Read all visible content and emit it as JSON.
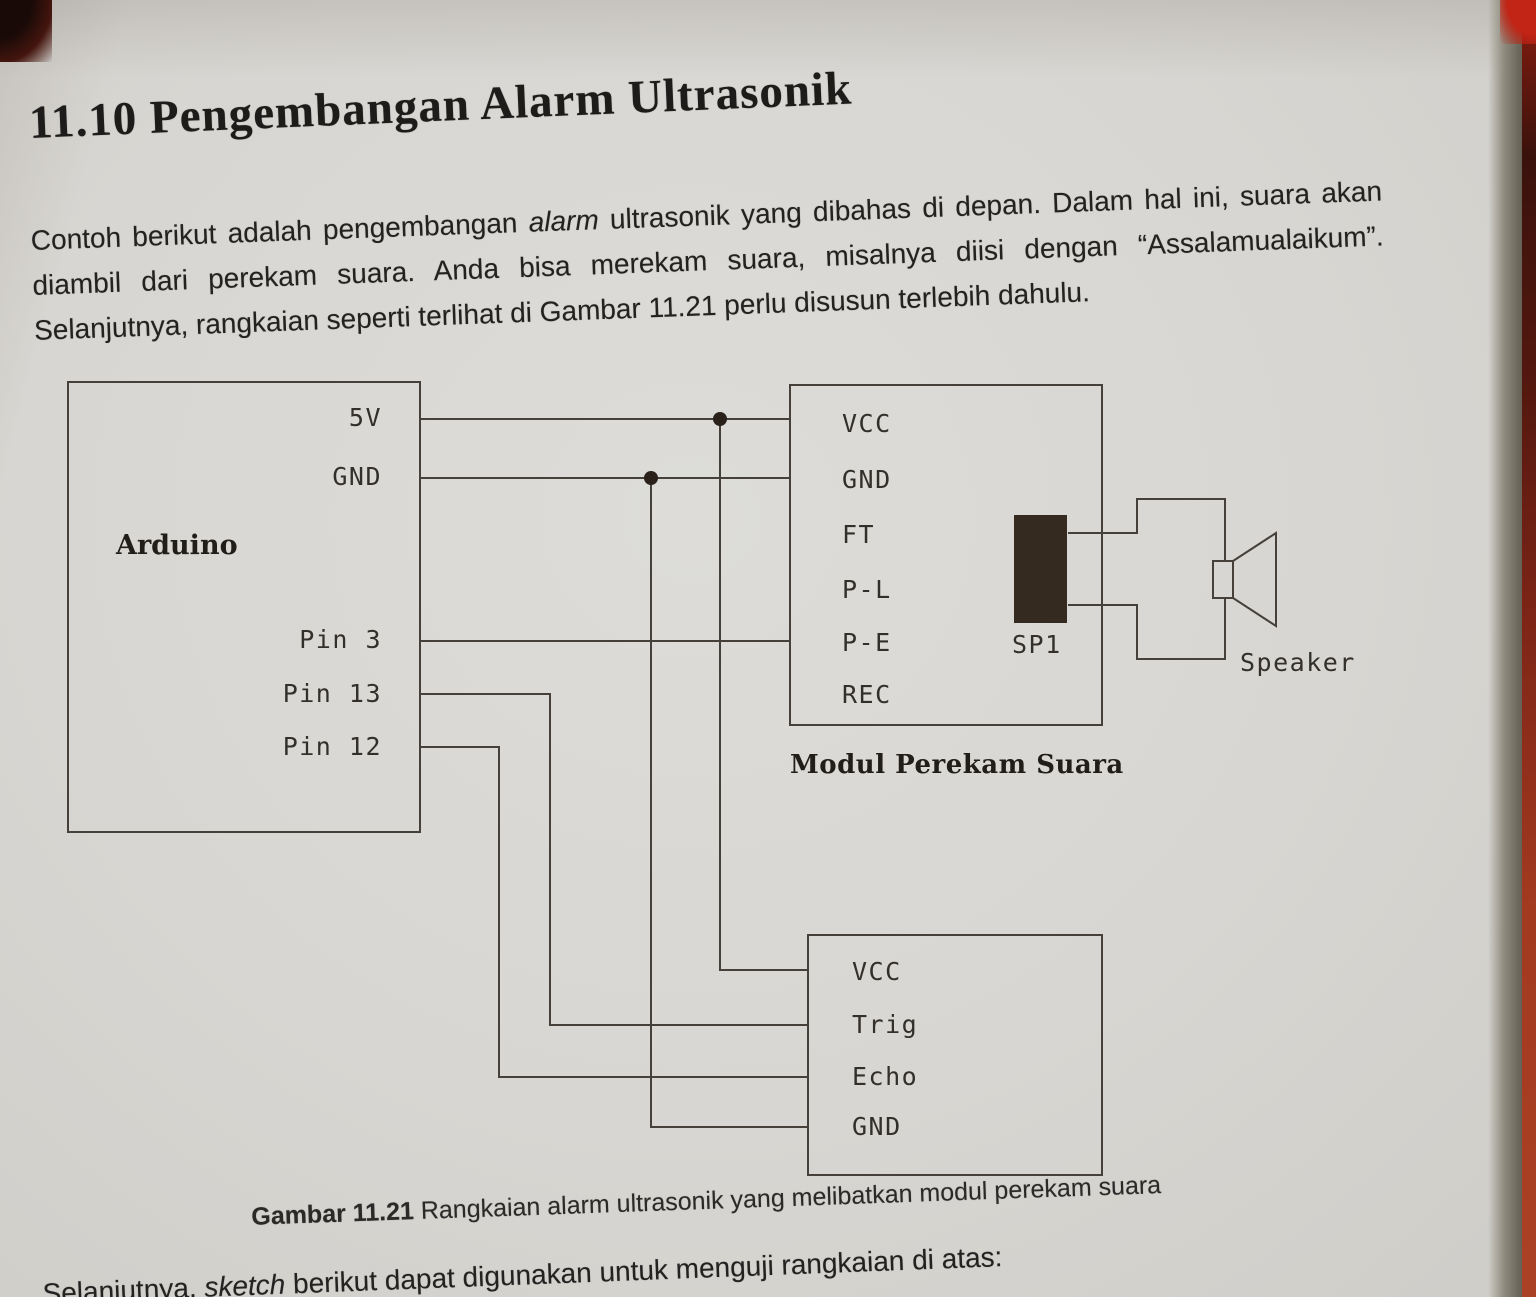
{
  "page": {
    "heading": {
      "number": "11.10",
      "title": "Pengembangan Alarm Ultrasonik"
    },
    "intro": {
      "part1": "Contoh berikut adalah pengembangan ",
      "italic1": "alarm",
      "part2": " ultrasonik yang dibahas di depan. Dalam hal ini, suara akan diambil dari perekam suara. Anda bisa merekam suara, misalnya diisi dengan “Assalamualaikum”. Selanjutnya, rangkaian seperti terlihat di Gambar 11.21 perlu disusun terlebih dahulu."
    },
    "figure_caption": {
      "bold": "Gambar 11.21",
      "rest": " Rangkaian alarm ultrasonik yang melibatkan modul perekam suara"
    },
    "closing": {
      "part1": "Selanjutnya, ",
      "italic1": "sketch",
      "part2": " berikut dapat digunakan untuk menguji rangkaian di atas:"
    }
  },
  "diagram": {
    "arduino": {
      "label": "Arduino",
      "pin_5v": "5V",
      "pin_gnd": "GND",
      "pin_3": "Pin 3",
      "pin_13": "Pin 13",
      "pin_12": "Pin 12"
    },
    "voice_module": {
      "caption": "Modul Perekam Suara",
      "pin_vcc": "VCC",
      "pin_gnd": "GND",
      "pin_ft": "FT",
      "pin_pl": "P-L",
      "pin_pe": "P-E",
      "pin_rec": "REC",
      "sp1_label": "SP1"
    },
    "ultrasonic": {
      "pin_vcc": "VCC",
      "pin_trig": "Trig",
      "pin_echo": "Echo",
      "pin_gnd": "GND"
    },
    "speaker_label": "Speaker",
    "colors": {
      "wire": "#45403a",
      "ink": "#262422",
      "paper": "#d8d6d2",
      "sp1_fill": "#342a20"
    }
  }
}
